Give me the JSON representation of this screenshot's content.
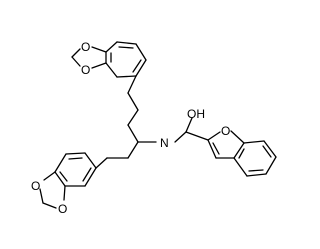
{
  "molecule": {
    "atoms": {
      "upper_ring_o1": "O",
      "upper_ring_o2": "O",
      "lower_ring_o1": "O",
      "lower_ring_o2": "O",
      "amide_oh": "OH",
      "amide_n": "N",
      "furan_o": "O"
    },
    "colors": {
      "bond": "#000000",
      "label": "#000000",
      "background": "#ffffff"
    }
  }
}
